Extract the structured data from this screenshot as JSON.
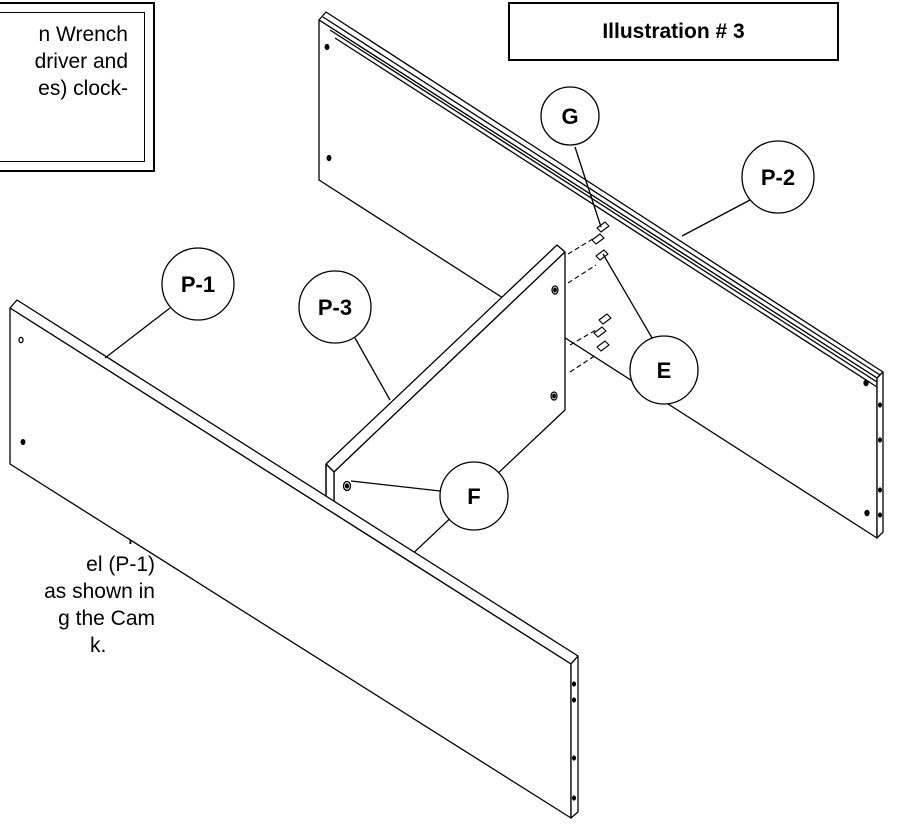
{
  "title": "Illustration # 3",
  "note_lines": [
    "n Wrench",
    "driver and",
    "es) clock-"
  ],
  "step_lines": [
    "n",
    "el (P-1)",
    "as shown  in",
    "g  the Cam",
    "k."
  ],
  "callouts": {
    "g": "G",
    "p2": "P-2",
    "p1": "P-1",
    "p3": "P-3",
    "e": "E",
    "f": "F"
  }
}
